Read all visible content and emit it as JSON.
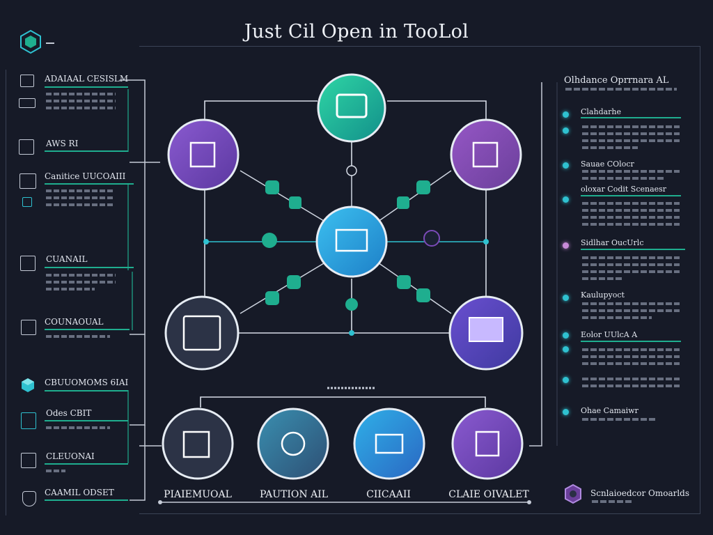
{
  "title": "Just Cil Open in TooLol",
  "left_items": [
    {
      "title": "ADAIAAL CESISLM",
      "icon": "keyboard-icon"
    },
    {
      "title": "AWS RI",
      "icon": "server-rack-icon"
    },
    {
      "title": "Canitice UUCOAIII",
      "icon": "window-icon"
    },
    {
      "title": "CUANAIL",
      "icon": "edit-icon"
    },
    {
      "title": "COUNAOUAL",
      "icon": "database-icon"
    },
    {
      "title": "CBUUOMOMS 6IAI",
      "icon": "cube-icon"
    },
    {
      "title": "Odes CBIT",
      "icon": "chip-icon"
    },
    {
      "title": "CLEUONAI",
      "icon": "grid-icon"
    },
    {
      "title": "CAAMIL ODSET",
      "icon": "shield-icon"
    }
  ],
  "right_panel": {
    "title": "Olhdance Oprrnara AL",
    "items": [
      "Clahdarhe",
      "Sauae COlocr",
      "oloxar Codit Scenaesr",
      "Sidlhar OuсUrlc",
      "Kaulupyoct",
      "Eolor UUlcA A",
      "Ohae Camaiwr"
    ],
    "footer": "Scnlaioedcor Omoarlds"
  },
  "bottom_labels": [
    "PIAIEMUOAL",
    "PAUTION AIL",
    "CIICAAII",
    "CLAIE OIVALET"
  ],
  "colors": {
    "background": "#161a27",
    "teal": "#1fae8f",
    "cyan": "#2fc1d0",
    "purple": "#7b4bb8",
    "slate": "#3a4257",
    "blue": "#2aa7e0"
  }
}
